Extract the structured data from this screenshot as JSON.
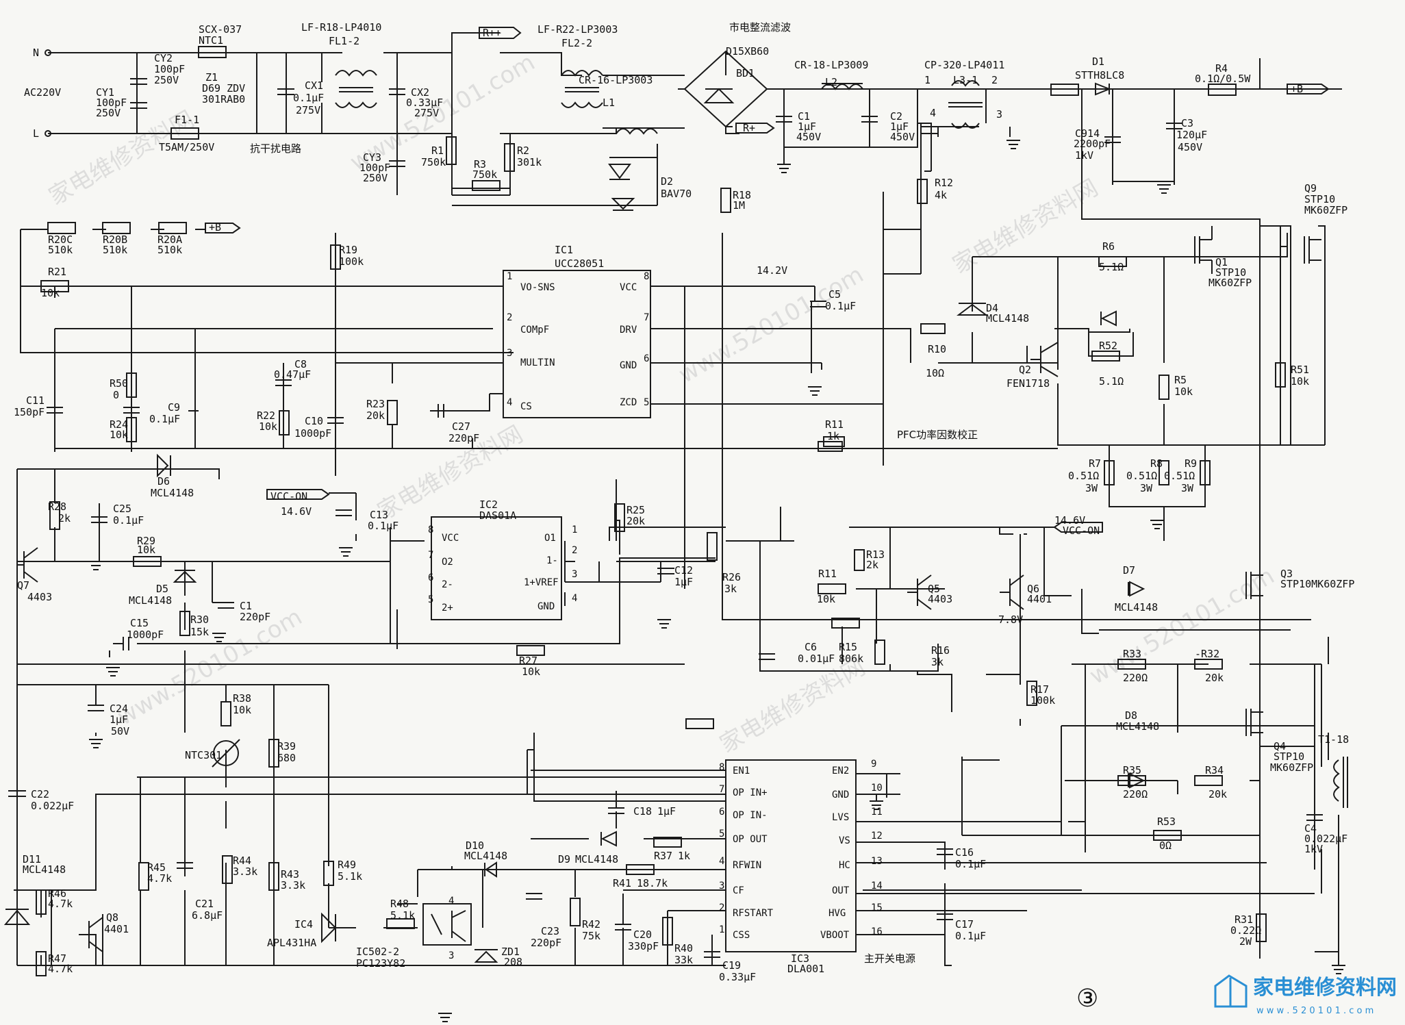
{
  "inputs": {
    "n": "N",
    "l": "L",
    "ac": "AC220V"
  },
  "titles": {
    "filter": "市电整流滤波",
    "interference": "抗干扰电路",
    "pfc": "PFC功率因数校正",
    "main": "主开关电源",
    "page_no": "③"
  },
  "rails": {
    "b": "+B",
    "rpp": "R++",
    "rp": "R+",
    "vcc_on": "VCC-ON",
    "vcc_on2": "VCC-ON",
    "v146a": "14.6V",
    "v146b": "14.6V",
    "v142": "14.2V",
    "v78": "7.8V"
  },
  "ic1": {
    "ref": "IC1",
    "part": "UCC28051",
    "p1": "VO-SNS",
    "p2": "COMpF",
    "p3": "MULTIN",
    "p4": "CS",
    "p5": "ZCD",
    "p6": "GND",
    "p7": "DRV",
    "p8": "VCC"
  },
  "ic2": {
    "ref": "IC2",
    "part": "DAS01A",
    "p8": "VCC",
    "p7": "O2",
    "p6": "2-",
    "p5": "2+",
    "p1": "O1",
    "p2": "1-",
    "p3": "1+VREF",
    "p4": "GND"
  },
  "ic3": {
    "ref": "IC3",
    "part": "DLA001",
    "p8": "EN1",
    "p7": "OP IN+",
    "p6": "OP IN-",
    "p5": "OP OUT",
    "p4": "RFWIN",
    "p3": "CF",
    "p2": "RFSTART",
    "p1": "CSS",
    "p9": "EN2",
    "p10": "GND",
    "p11": "LVS",
    "p12": "VS",
    "p13": "HC",
    "p14": "OUT",
    "p15": "HVG",
    "p16": "VBOOT"
  },
  "labels": {
    "scx": "SCX-037",
    "ntc1": "NTC1",
    "cy2": "CY2",
    "cy2v": "100pF",
    "cy2w": "250V",
    "cy1": "CY1",
    "cy1v": "100pF",
    "cy1w": "250V",
    "z1": "Z1",
    "z1a": "D69 ZDV",
    "z1b": "301RAB0",
    "f1": "F1-1",
    "f1v": "T5AM/250V",
    "lf1": "LF-R18-LP4010",
    "fl1": "FL1-2",
    "cx1": "CX1",
    "cx1v": "0.1μF",
    "cx1w": "275V",
    "cx2": "CX2",
    "cx2v": "0.33μF",
    "cx2w": "275V",
    "cy3": "CY3",
    "cy3v": "100pF",
    "cy3w": "250V",
    "lf2": "LF-R22-LP3003",
    "fl2": "FL2-2",
    "cr16": "CR-16-LP3003",
    "l1": "L1",
    "bd": "D15XB60",
    "bd1": "BD1",
    "cr18": "CR-18-LP3009",
    "l2": "L2",
    "c1": "C1",
    "c1v": "1μF",
    "c1w": "450V",
    "c2": "C2",
    "c2v": "1μF",
    "c2w": "450V",
    "cp320": "CP-320-LP4011",
    "l3": "L3-1",
    "n1": "1",
    "n2": "2",
    "n3": "3",
    "n4": "4",
    "d1": "D1",
    "d1v": "STTH8LC8",
    "c914": "C914",
    "c914v": "2200pF",
    "c914w": "1kV",
    "c3": "C3",
    "c3v": "120μF",
    "c3w": "450V",
    "r4": "R4",
    "r4v": "0.1Ω/0.5W",
    "r1": "R1",
    "r1v": "750k",
    "r2": "R2",
    "r2v": "301k",
    "r3": "R3",
    "r3v": "750k",
    "d2": "D2",
    "d2v": "BAV70",
    "r18": "R18",
    "r18v": "1M",
    "r12": "R12",
    "r12v": "4k",
    "q9": "Q9",
    "q9a": "STP10",
    "q9b": "MK60ZFP",
    "r20c": "R20C",
    "r20cv": "510k",
    "r20b": "R20B",
    "r20bv": "510k",
    "r20a": "R20A",
    "r20av": "510k",
    "r19": "R19",
    "r19v": "100k",
    "r21": "R21",
    "r21v": "10k",
    "r50": "R50",
    "r50v": "0",
    "r24": "R24",
    "r24v": "10k",
    "c11": "C11",
    "c11v": "150pF",
    "c9": "C9",
    "c9v": "0.1μF",
    "c8": "C8",
    "c8v": "0.47μF",
    "r22": "R22",
    "r22v": "10k",
    "c10": "C10",
    "c10v": "1000pF",
    "r23": "R23",
    "r23v": "20k",
    "c27": "C27",
    "c27v": "220pF",
    "c5": "C5",
    "c5v": "0.1μF",
    "r10": "R10",
    "r10v": "10Ω",
    "r11a": "R11",
    "r11av": "1k",
    "r6": "R6",
    "r6v": "5.1Ω",
    "d4": "D4",
    "d4v": "MCL4148",
    "q1": "Q1",
    "q1a": "STP10",
    "q1b": "MK60ZFP",
    "q2": "Q2",
    "q2v": "FEN1718",
    "r52": "R52",
    "r52v": "5.1Ω",
    "r5": "R5",
    "r5v": "10k",
    "r51": "R51",
    "r51v": "10k",
    "r7": "R7",
    "r7v": "0.51Ω",
    "r7w": "3W",
    "r8": "R8",
    "r8v": "0.51Ω",
    "r8w": "3W",
    "r9": "R9",
    "r9v": "0.51Ω",
    "r9w": "3W",
    "d6": "D6",
    "d6v": "MCL4148",
    "r28": "R28",
    "r28v": "2k",
    "c25": "C25",
    "c25v": "0.1μF",
    "c13": "C13",
    "c13v": "0.1μF",
    "r25": "R25",
    "r25v": "20k",
    "r29": "R29",
    "r29v": "10k",
    "q7": "Q7",
    "q7v": "4403",
    "d5": "D5",
    "d5v": "MCL4148",
    "r30": "R30",
    "r30v": "15k",
    "c1b": "C1",
    "c1bv": "220pF",
    "c15": "C15",
    "c15v": "1000pF",
    "c12": "C12",
    "c12v": "1μF",
    "r26": "R26",
    "r26v": "3k",
    "r27": "R27",
    "r27v": "10k",
    "r13": "R13",
    "r13v": "2k",
    "r11b": "R11",
    "r11bv": "10k",
    "q5": "Q5",
    "q5v": "4403",
    "q6": "Q6",
    "q6v": "4401",
    "c6": "C6",
    "c6v": "0.01μF",
    "r15": "R15",
    "r15v": "806k",
    "r16": "R16",
    "r16v": "3k",
    "r17": "R17",
    "r17v": "100k",
    "q3": "Q3",
    "q3v": "STP10MK60ZFP",
    "d7": "D7",
    "d7v": "MCL4148",
    "r33": "R33",
    "r33v": "220Ω",
    "r32": "-R32",
    "r32v": "20k",
    "t1": "T1-18",
    "d8": "D8",
    "d8v": "MCL4148",
    "q4": "Q4",
    "q4a": "STP10",
    "q4b": "MK60ZFP",
    "r35": "R35",
    "r35v": "220Ω",
    "r34": "R34",
    "r34v": "20k",
    "r53": "R53",
    "r53v": "0Ω",
    "c4": "C4",
    "c4v": "0.022μF",
    "c4w": "1kV",
    "r31": "R31",
    "r31v": "0.22Ω",
    "r31w": "2W",
    "c24": "C24",
    "c24v": "1μF",
    "c24w": "50V",
    "r38": "R38",
    "r38v": "10k",
    "ntc301": "NTC301",
    "r39": "R39",
    "r39v": "680",
    "c22": "C22",
    "c22v": "0.022μF",
    "d11": "D11",
    "d11v": "MCL4148",
    "r46": "R46",
    "r46v": "4.7k",
    "r47": "R47",
    "r47v": "4.7k",
    "q8": "Q8",
    "q8v": "4401",
    "r45": "R45",
    "r45v": "4.7k",
    "c21": "C21",
    "c21v": "6.8μF",
    "r44": "R44",
    "r44v": "3.3k",
    "r43": "R43",
    "r43v": "3.3k",
    "r49": "R49",
    "r49v": "5.1k",
    "ic4": "IC4",
    "ic4v": "APL431HA",
    "r48": "R48",
    "r48v": "5.1k",
    "ic502": "IC502-2",
    "ic502v": "PC123Y82",
    "zd1": "ZD1",
    "zd1v": "208",
    "d10": "D10",
    "d10v": "MCL4148",
    "d9": "D9",
    "d9v": "MCL4148",
    "r37": "R37",
    "r37v": "1k",
    "r41": "R41",
    "r41v": "18.7k",
    "c18": "C18",
    "c18v": "1μF",
    "c23": "C23",
    "c23v": "220pF",
    "r42": "R42",
    "r42v": "75k",
    "c20": "C20",
    "c20v": "330pF",
    "r40": "R40",
    "r40v": "33k",
    "c19": "C19",
    "c19v": "0.33μF",
    "c16": "C16",
    "c16v": "0.1μF",
    "c17": "C17",
    "c17v": "0.1μF"
  },
  "watermarks": [
    "家电维修资料网",
    "www.520101.com",
    "家电维修资料网",
    "www.520101.com",
    "家电维修资料网",
    "www.520101.com",
    "家电维修资料网",
    "www.520101.com"
  ],
  "logo": {
    "text": "家电维修资料网",
    "url": "w w w . 5 2 0 1 0 1 . c o m",
    "color": "#2a8fd4"
  }
}
